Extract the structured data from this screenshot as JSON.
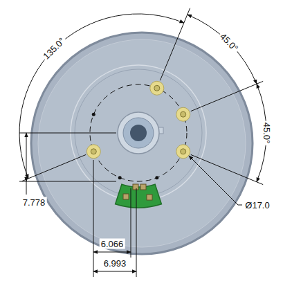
{
  "diagram": {
    "labels": [
      "135.0°",
      "45.0°",
      "45.0°",
      "7.778",
      "Ø17.0",
      "6.066",
      "6.993"
    ]
  }
}
